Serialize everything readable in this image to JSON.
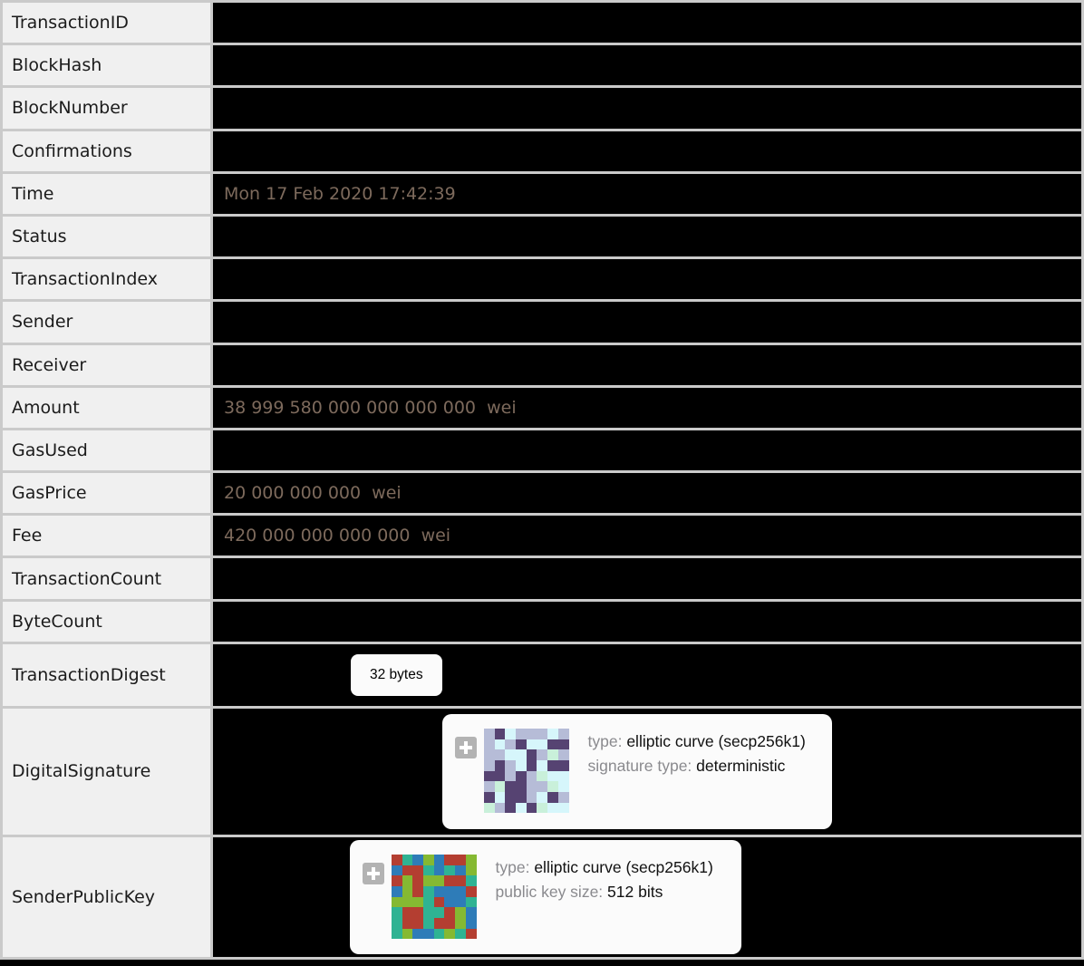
{
  "table": {
    "rows": [
      {
        "label": "TransactionID",
        "value": ""
      },
      {
        "label": "BlockHash",
        "value": ""
      },
      {
        "label": "BlockNumber",
        "value": ""
      },
      {
        "label": "Confirmations",
        "value": ""
      },
      {
        "label": "Time",
        "value": "Mon 17 Feb 2020 17:42:39"
      },
      {
        "label": "Status",
        "value": ""
      },
      {
        "label": "TransactionIndex",
        "value": ""
      },
      {
        "label": "Sender",
        "value": ""
      },
      {
        "label": "Receiver",
        "value": ""
      },
      {
        "label": "Amount",
        "value": "38 999 580 000 000 000 000  wei"
      },
      {
        "label": "GasUsed",
        "value": ""
      },
      {
        "label": "GasPrice",
        "value": "20 000 000 000  wei"
      },
      {
        "label": "Fee",
        "value": "420 000 000 000 000  wei"
      },
      {
        "label": "TransactionCount",
        "value": ""
      },
      {
        "label": "ByteCount",
        "value": ""
      }
    ],
    "digest": {
      "label": "TransactionDigest",
      "button_label": "32 bytes"
    },
    "signature": {
      "label": "DigitalSignature",
      "type_key": "type:",
      "type_value": "elliptic curve (secp256k1)",
      "sig_key": "signature type:",
      "sig_value": "deterministic",
      "mosaic": {
        "palette": {
          "P": "#564372",
          "L": "#b6bcd7",
          "C": "#d6f6fb",
          "M": "#c9f0da"
        },
        "grid": [
          "LPCLLLCL",
          "LCLPCCPP",
          "LLCCPLML",
          "LPLCPCPP",
          "PPLPLMCC",
          "LMPPLLMC",
          "PCPPLCPL",
          "MLPCPMCC"
        ]
      }
    },
    "pubkey": {
      "label": "SenderPublicKey",
      "type_key": "type:",
      "type_value": "elliptic curve (secp256k1)",
      "size_key": "public key size:",
      "size_value": "512 bits",
      "mosaic": {
        "palette": {
          "R": "#b43e31",
          "T": "#2fb393",
          "B": "#2e7cb8",
          "G": "#85b932"
        },
        "grid": [
          "RTBGBRRG",
          "BRRTBTBG",
          "RGRGGRRT",
          "BGRTBBBR",
          "GGGTRBBT",
          "TRRTTRGB",
          "TRRTRRGB",
          "TGBBTGTR"
        ]
      }
    }
  },
  "icons": {
    "expand": "plus-icon"
  },
  "colors": {
    "value_text": "#7d6a5c",
    "label_bg": "#f0f0f0",
    "value_bg": "#000000",
    "grid_line": "#cacaca",
    "card_bg": "#fbfbfb",
    "muted_key_text": "#8a8a8e"
  }
}
